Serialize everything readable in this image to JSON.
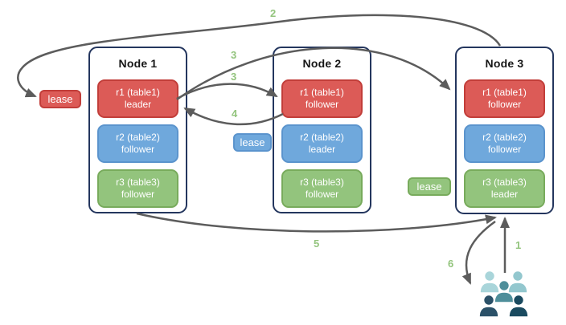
{
  "nodes": [
    {
      "title": "Node 1",
      "replicas": [
        {
          "name": "r1 (table1)",
          "role": "leader",
          "color": "red"
        },
        {
          "name": "r2 (table2)",
          "role": "follower",
          "color": "blue"
        },
        {
          "name": "r3 (table3)",
          "role": "follower",
          "color": "green"
        }
      ]
    },
    {
      "title": "Node 2",
      "replicas": [
        {
          "name": "r1 (table1)",
          "role": "follower",
          "color": "red"
        },
        {
          "name": "r2 (table2)",
          "role": "leader",
          "color": "blue"
        },
        {
          "name": "r3 (table3)",
          "role": "follower",
          "color": "green"
        }
      ]
    },
    {
      "title": "Node 3",
      "replicas": [
        {
          "name": "r1 (table1)",
          "role": "follower",
          "color": "red"
        },
        {
          "name": "r2 (table2)",
          "role": "follower",
          "color": "blue"
        },
        {
          "name": "r3 (table3)",
          "role": "leader",
          "color": "green"
        }
      ]
    }
  ],
  "leases": [
    {
      "label": "lease",
      "color": "red"
    },
    {
      "label": "lease",
      "color": "blue"
    },
    {
      "label": "lease",
      "color": "green"
    }
  ],
  "steps": {
    "step1": "1",
    "step2": "2",
    "step3_a": "3",
    "step3_b": "3",
    "step4": "4",
    "step5": "5",
    "step6": "6"
  },
  "icons": {
    "users": "users-icon"
  },
  "colors": {
    "red_fill": "#dc5b57",
    "red_border": "#c23e3a",
    "blue_fill": "#6fa8dc",
    "blue_border": "#5b94cd",
    "green_fill": "#93c47d",
    "green_border": "#78ab5c",
    "node_border": "#24365e",
    "arrow": "#5c5c5c",
    "step_label": "#93c47d",
    "users_light": "#a9d5da",
    "users_medium": "#4e8e9a",
    "users_dark": "#1a4a5f"
  }
}
